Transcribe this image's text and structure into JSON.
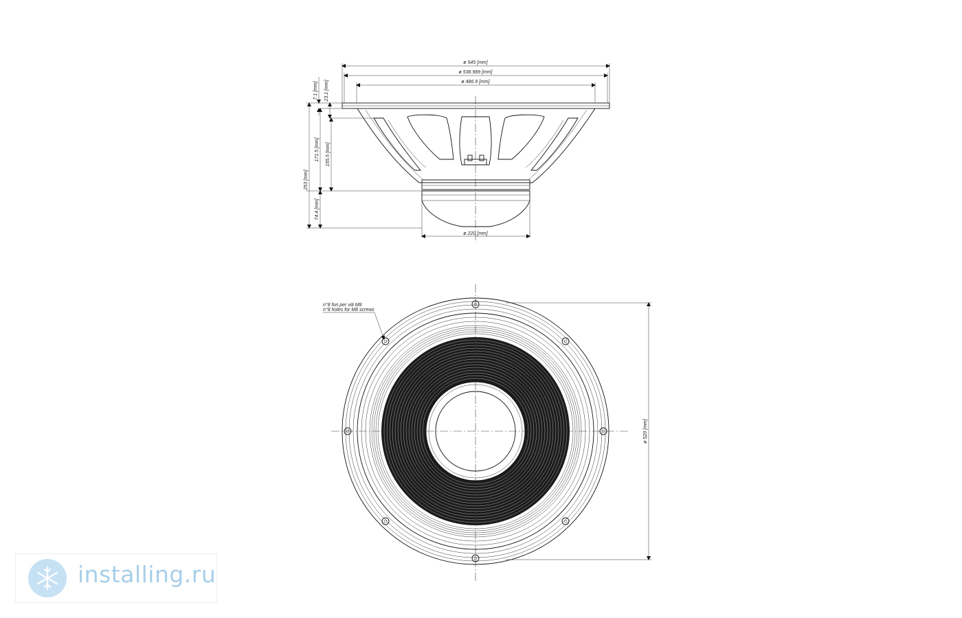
{
  "side_view": {
    "dimensions": {
      "outer_diameter": "ø 545 [mm]",
      "mounting_diameter": "ø 538.989 [mm]",
      "baffle_diameter": "ø 486.9 [mm]",
      "magnet_diameter": "ø 220 [mm]",
      "flange_thickness": "7.1 [mm]",
      "flange_depth": "23.1 [mm]",
      "total_depth": "253 [mm]",
      "basket_depth": "171.5 [mm]",
      "cone_depth": "155.5 [mm]",
      "magnet_depth": "74.4 [mm]"
    }
  },
  "front_view": {
    "holes_note_it": "n°8 fori per viti M8",
    "holes_note_en": "n°8 holes for M8 screws",
    "cutout_diameter": "ø 520 [mm]"
  },
  "watermark": {
    "text": "installing.ru",
    "logo_color": "#c6e1f3",
    "text_color": "#a7cfe9"
  }
}
